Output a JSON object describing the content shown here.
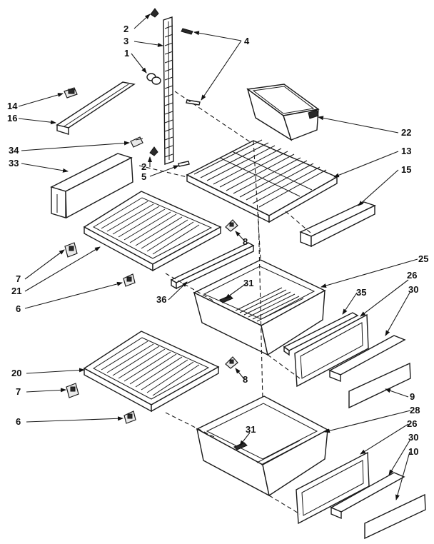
{
  "callouts": {
    "c1": "1",
    "c2a": "2",
    "c2b": "2",
    "c3": "3",
    "c4": "4",
    "c5": "5",
    "c6a": "6",
    "c6b": "6",
    "c7a": "7",
    "c7b": "7",
    "c8a": "8",
    "c8b": "8",
    "c9": "9",
    "c10": "10",
    "c13": "13",
    "c14": "14",
    "c15": "15",
    "c16": "16",
    "c20": "20",
    "c21": "21",
    "c22": "22",
    "c25": "25",
    "c26a": "26",
    "c26b": "26",
    "c28": "28",
    "c30a": "30",
    "c30b": "30",
    "c31a": "31",
    "c31b": "31",
    "c33": "33",
    "c34": "34",
    "c35": "35",
    "c36": "36"
  }
}
